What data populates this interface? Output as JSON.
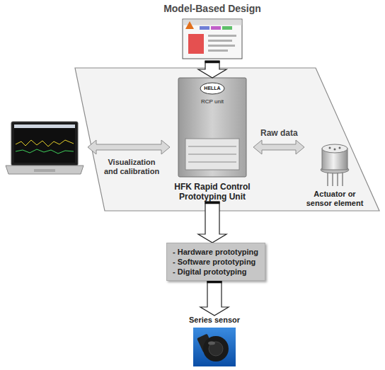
{
  "diagram": {
    "nodes": [
      {
        "text": [
          "Model-Based Design"
        ]
      },
      {
        "text": [
          "HELLA",
          "RCP unit",
          "HFK Rapid Control Prototyping Unit"
        ]
      },
      {
        "text": [
          "Actuator or sensor element"
        ]
      },
      {
        "text": [
          "- Hardware prototyping",
          "- Software prototyping",
          "- Digital prototyping"
        ]
      },
      {
        "text": [
          "Series sensor"
        ]
      }
    ],
    "edges": [
      {
        "from": 0,
        "to": 1,
        "arrow": "to"
      },
      {
        "from": 1,
        "to": 2,
        "label": "Raw data",
        "arrow": "both"
      },
      {
        "from": 1,
        "to": 3,
        "arrow": "to"
      },
      {
        "from": 3,
        "to": 4,
        "arrow": "to"
      }
    ],
    "labels": [
      "Visualization and calibration"
    ]
  }
}
